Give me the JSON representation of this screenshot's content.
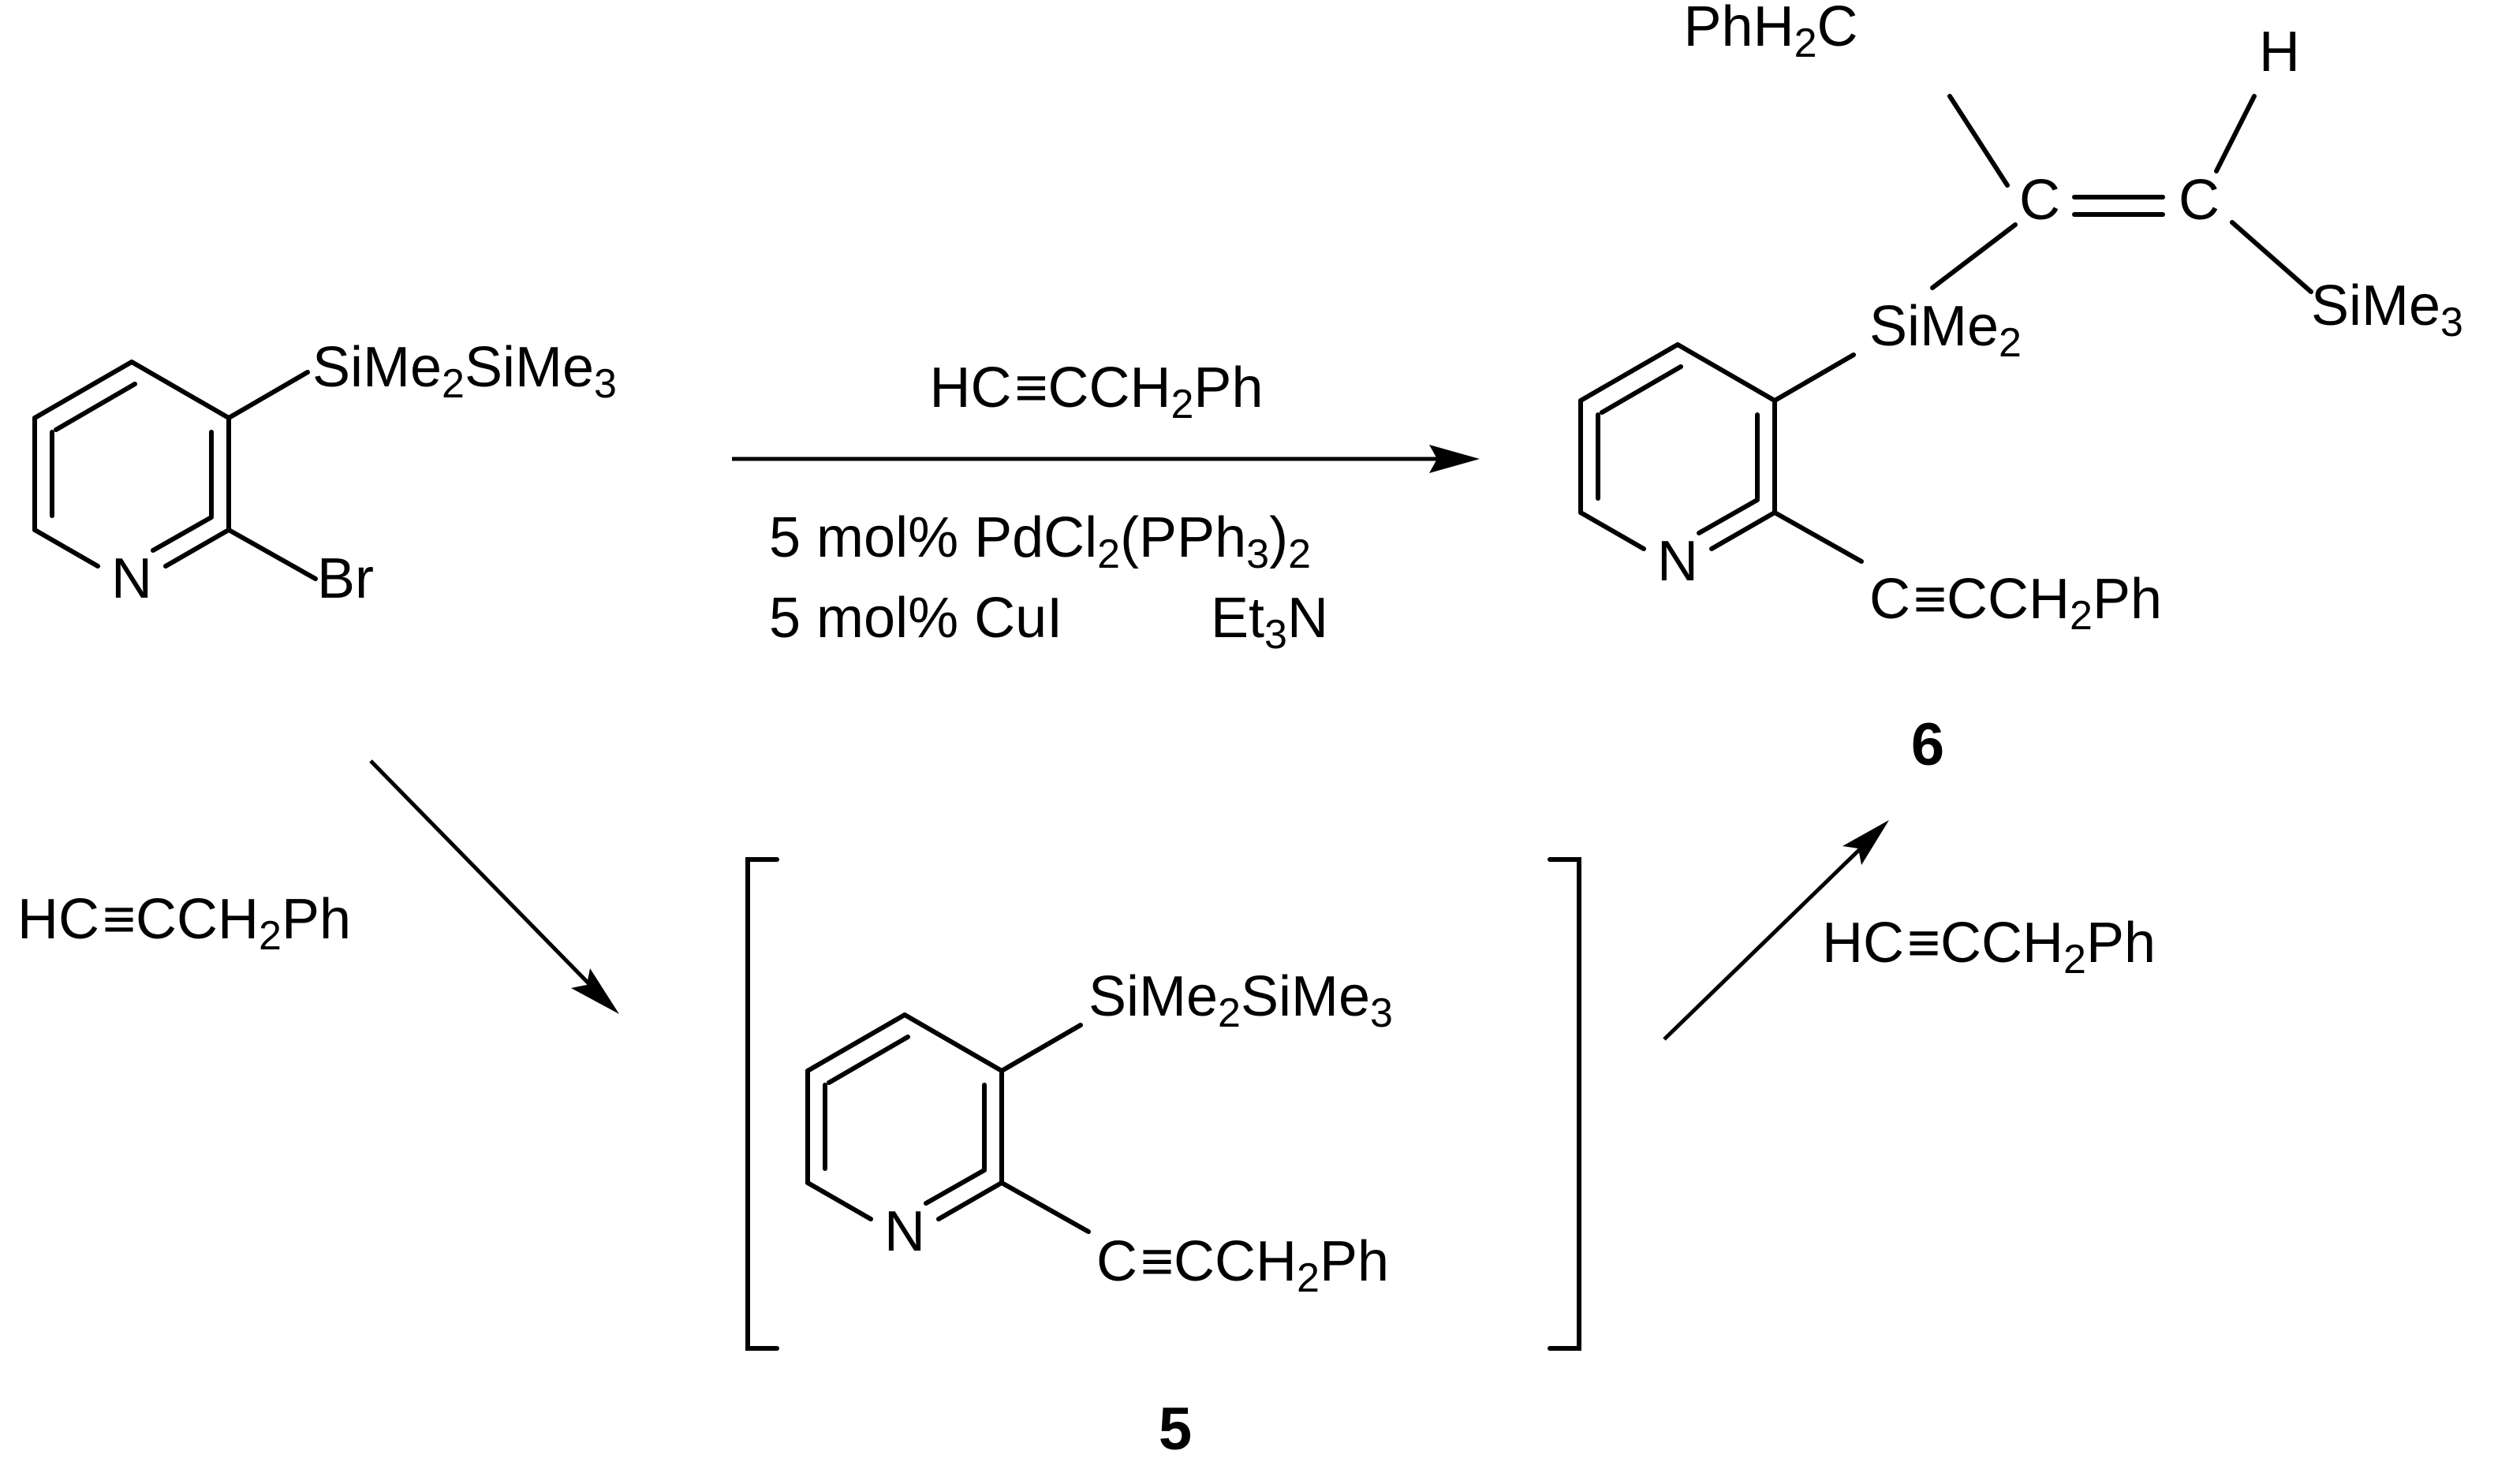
{
  "scheme": {
    "start": {
      "si_group": "SiMe2SiMe3",
      "ring_n": "N",
      "br": "Br"
    },
    "top_arrow": {
      "reagent": "HC≡CCH2Ph",
      "catalyst1": "5 mol% PdCl2(PPh3)2",
      "catalyst2": "5 mol% CuI",
      "base": "Et3N"
    },
    "product6": {
      "ph_ch2": "PhH2C",
      "c_left": "C",
      "c_right": "C",
      "h": "H",
      "sime2": "SiMe2",
      "sime3": "SiMe3",
      "ring_n": "N",
      "alkyne": "C≡CCH2Ph",
      "label": "6"
    },
    "down_arrow": {
      "reagent": "HC≡CCH2Ph"
    },
    "intermediate5": {
      "si_group": "SiMe2SiMe3",
      "ring_n": "N",
      "alkyne": "C≡CCH2Ph",
      "label": "5"
    },
    "up_arrow": {
      "reagent": "HC≡CCH2Ph"
    }
  }
}
